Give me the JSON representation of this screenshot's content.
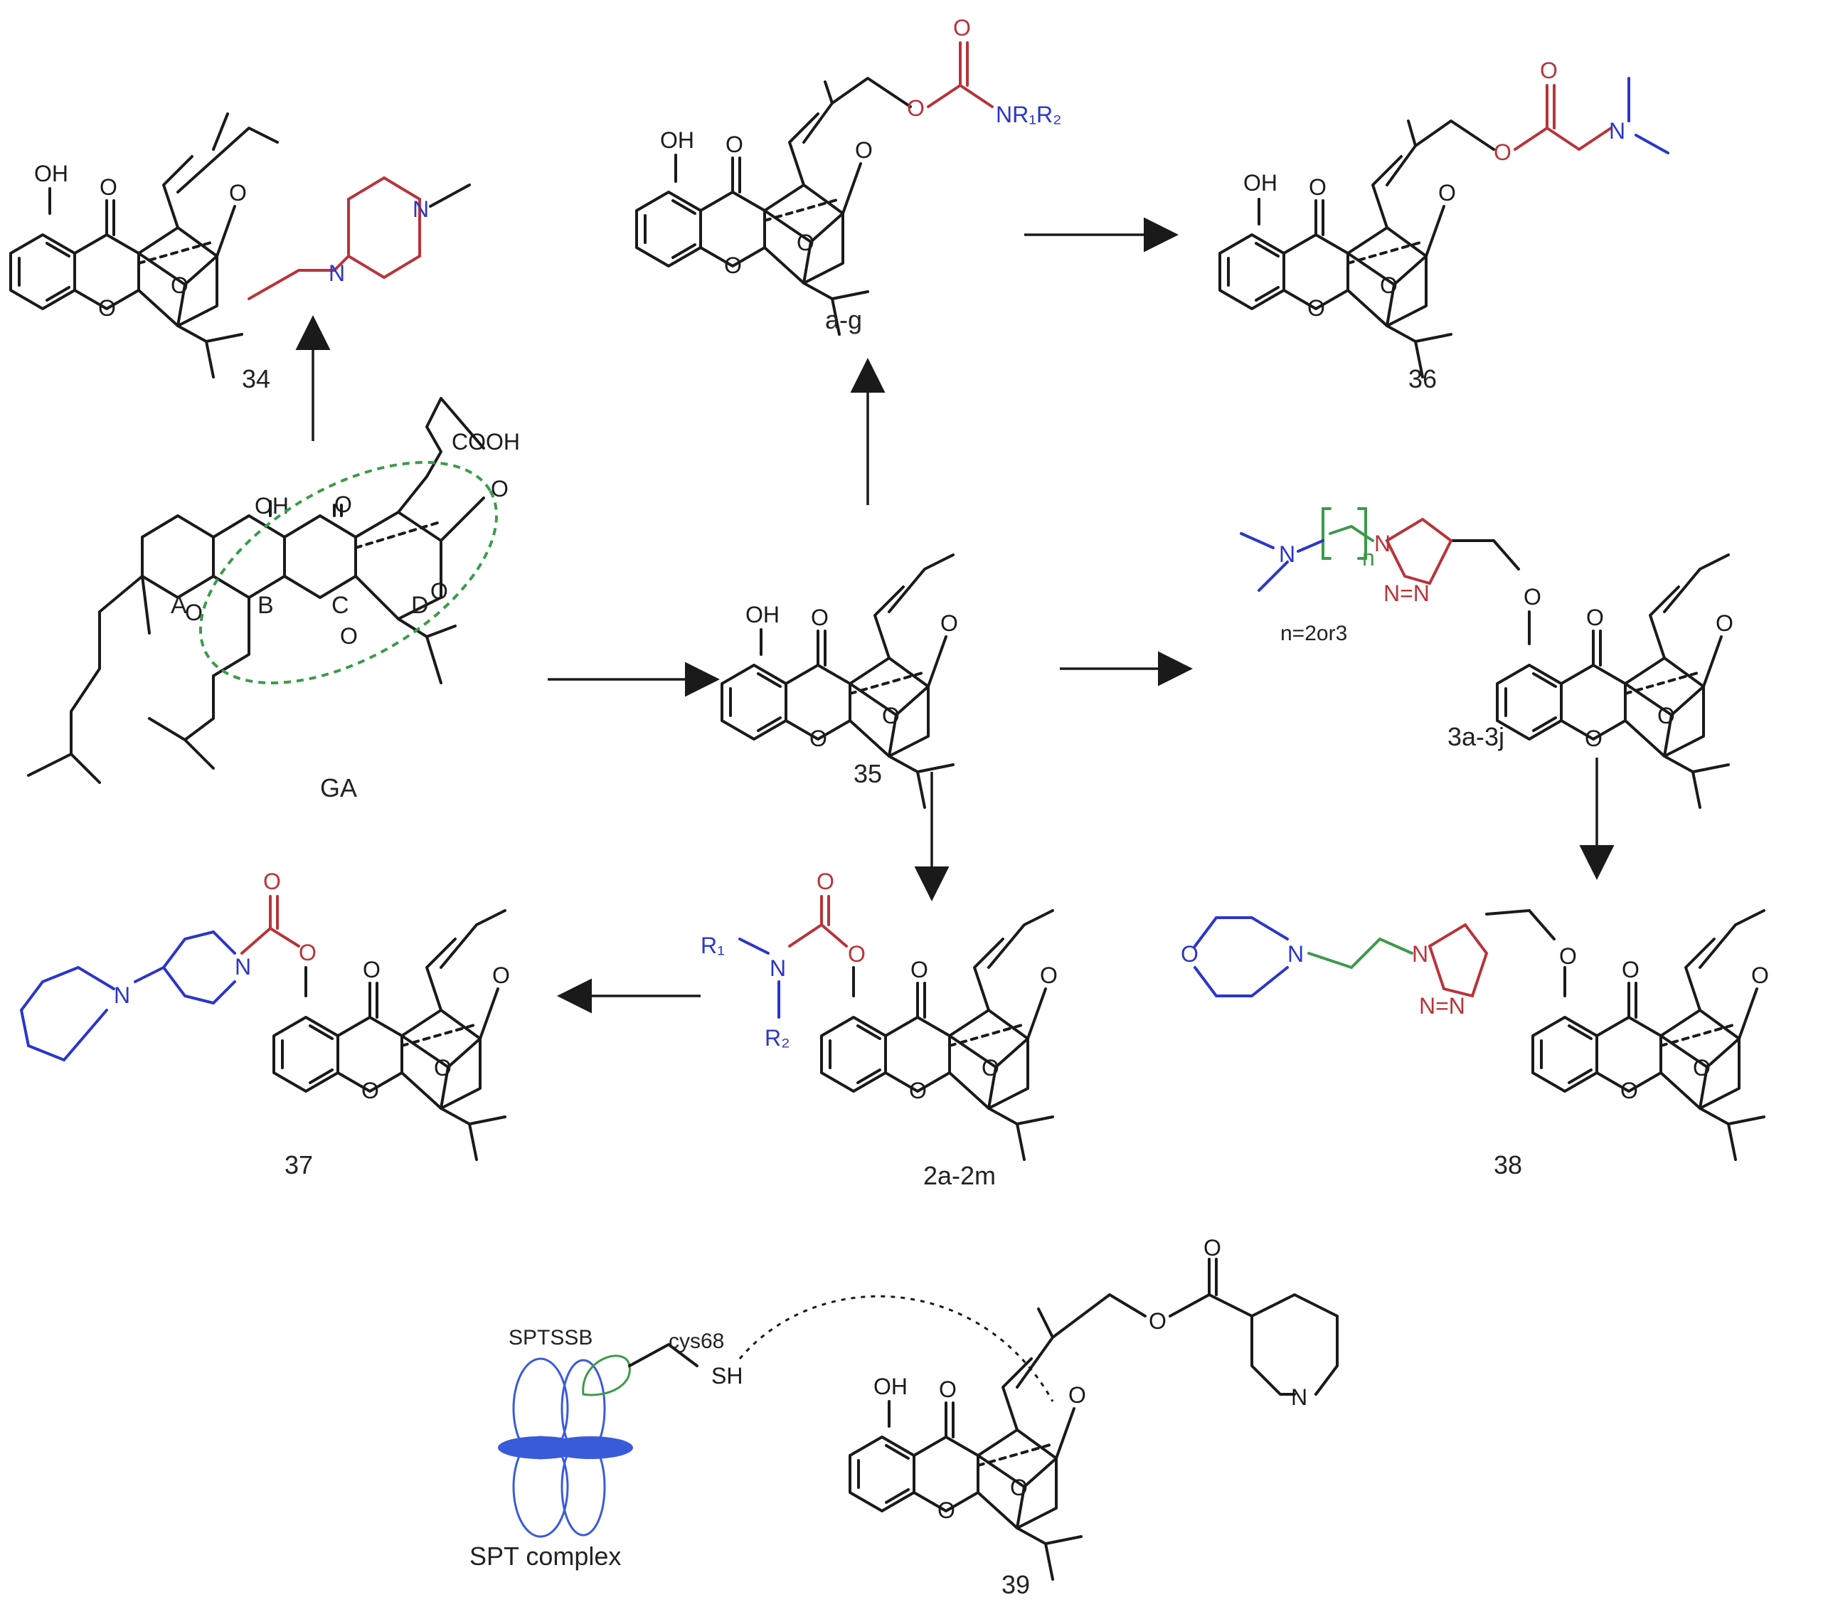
{
  "colors": {
    "ink": "#1a1a1a",
    "red": "#b8343a",
    "blue": "#2b36c9",
    "green": "#3c9a4a",
    "spt_blue": "#3a5bd9"
  },
  "compounds": {
    "c34": "34",
    "ag": "a-g",
    "c36": "36",
    "ga": "GA",
    "c35": "35",
    "c3a3j": "3a-3j",
    "c37": "37",
    "c2a2m": "2a-2m",
    "c38": "38",
    "c39": "39"
  },
  "ring_labels": {
    "a": "A",
    "b": "B",
    "c": "C",
    "d": "D"
  },
  "atoms": {
    "oh": "OH",
    "o": "O",
    "n": "N",
    "cooh": "COOH",
    "nr1r2": "NR₁R₂",
    "r1": "R₁",
    "r2": "R₂",
    "nn": "N=N",
    "sh": "SH",
    "n_sub": "n"
  },
  "notes": {
    "n_range": "n=2or3",
    "sptssb": "SPTSSB",
    "cys68": "cys68",
    "spt_complex": "SPT complex"
  }
}
